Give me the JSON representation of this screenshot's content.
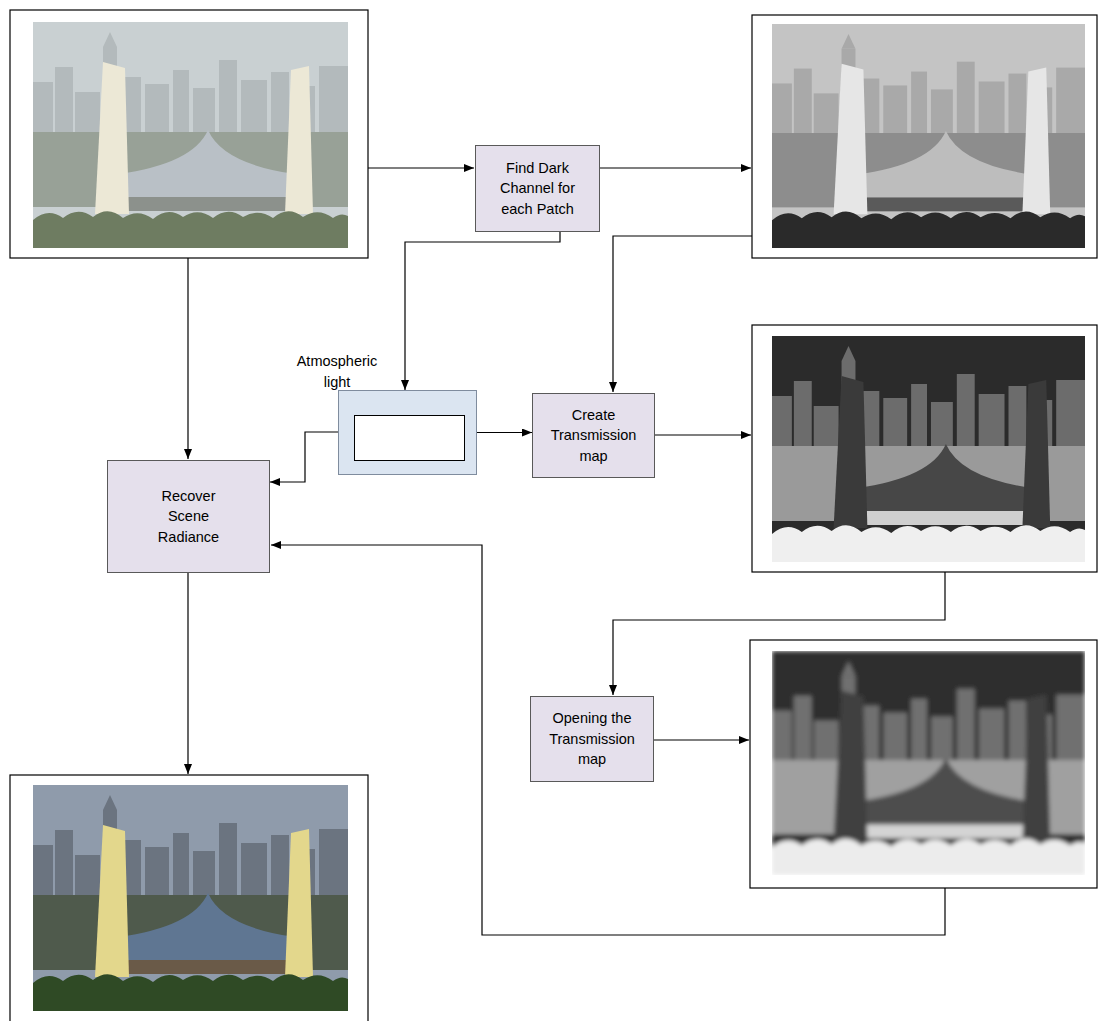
{
  "diagram": {
    "nodes": [
      {
        "text": [
          "Find Dark Channel for each Patch"
        ]
      },
      {
        "text": [
          "Atmospheric light"
        ]
      },
      {
        "text": [
          "Create Transmission map"
        ]
      },
      {
        "text": [
          "Recover Scene Radiance"
        ]
      },
      {
        "text": [
          "Opening the Transmission map"
        ]
      }
    ],
    "edges": [
      {
        "from": 0,
        "to": 1,
        "arrow": "to"
      },
      {
        "from": 1,
        "to": 3,
        "arrow": "to"
      },
      {
        "from": 1,
        "to": 2,
        "arrow": "to"
      }
    ]
  }
}
